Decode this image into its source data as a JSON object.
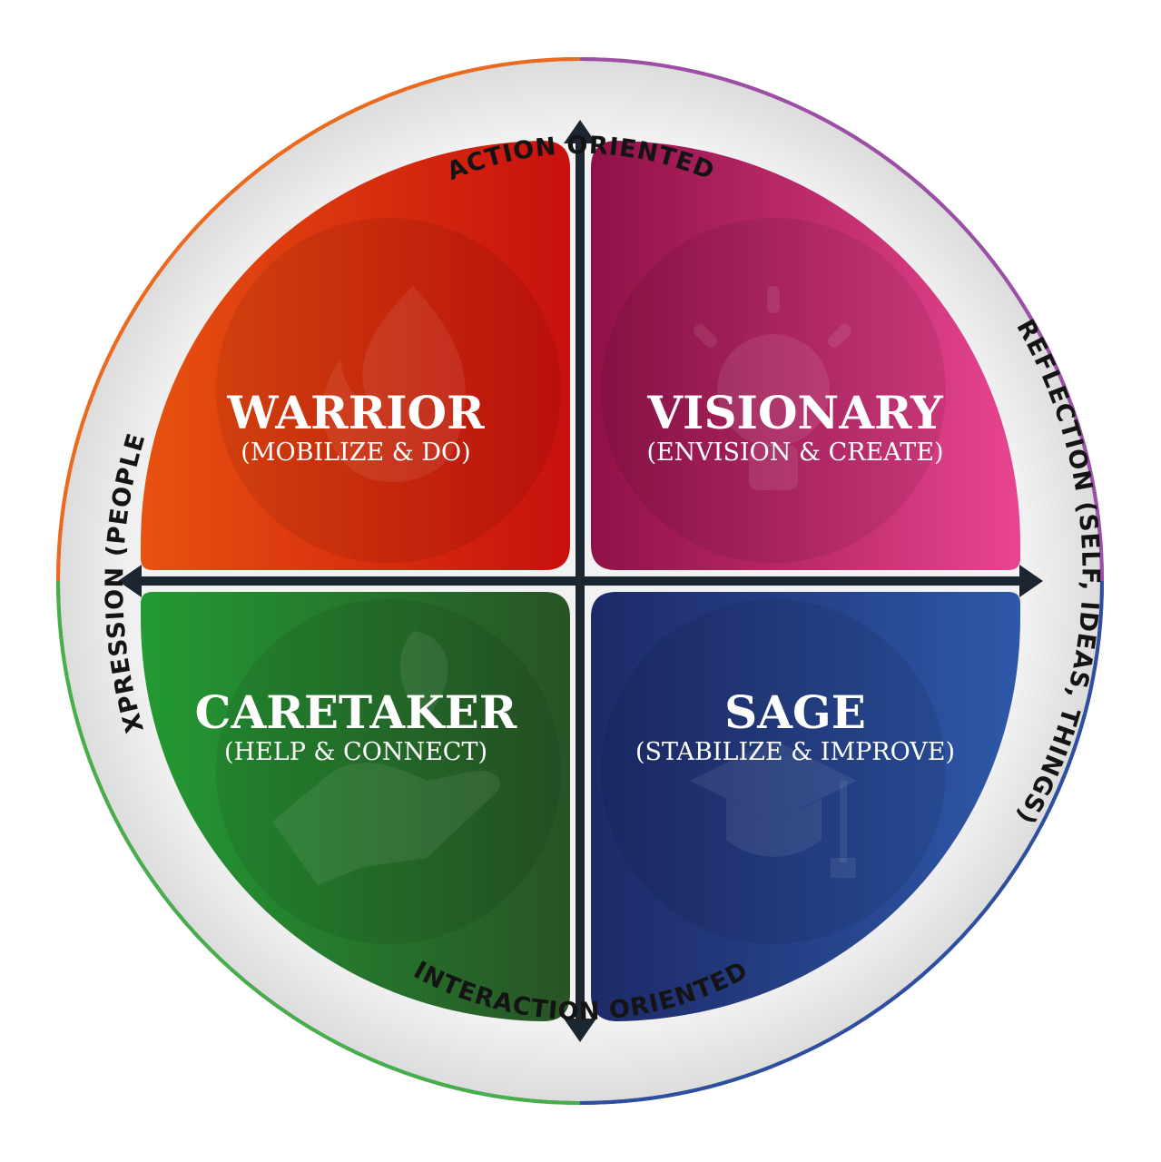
{
  "axes": {
    "top": "ACTION ORIENTED",
    "bottom": "INTERACTION ORIENTED",
    "left": "EXPRESSION (PEOPLE)",
    "right": "REFLECTION (SELF, IDEAS, THINGS)"
  },
  "quadrants": [
    {
      "id": "warrior",
      "title": "WARRIOR",
      "subtitle": "(MOBILIZE & DO)",
      "icon": "flame-icon",
      "colors": [
        "#e8520f",
        "#c8100e"
      ]
    },
    {
      "id": "visionary",
      "title": "VISIONARY",
      "subtitle": "(ENVISION & CREATE)",
      "icon": "lightbulb-icon",
      "colors": [
        "#8f1147",
        "#e8458f"
      ]
    },
    {
      "id": "caretaker",
      "title": "CARETAKER",
      "subtitle": "(HELP & CONNECT)",
      "icon": "hand-leaf-icon",
      "colors": [
        "#239a33",
        "#285326"
      ]
    },
    {
      "id": "sage",
      "title": "SAGE",
      "subtitle": "(STABILIZE & IMPROVE)",
      "icon": "graduation-cap-icon",
      "colors": [
        "#1d2a68",
        "#2e58a8"
      ]
    }
  ],
  "ring_colors": {
    "top_left": "#ec6a1e",
    "top_right": "#9b4fa6",
    "bottom_left": "#45b04a",
    "bottom_right": "#2e4fa0"
  },
  "axis_color": "#1b2631"
}
